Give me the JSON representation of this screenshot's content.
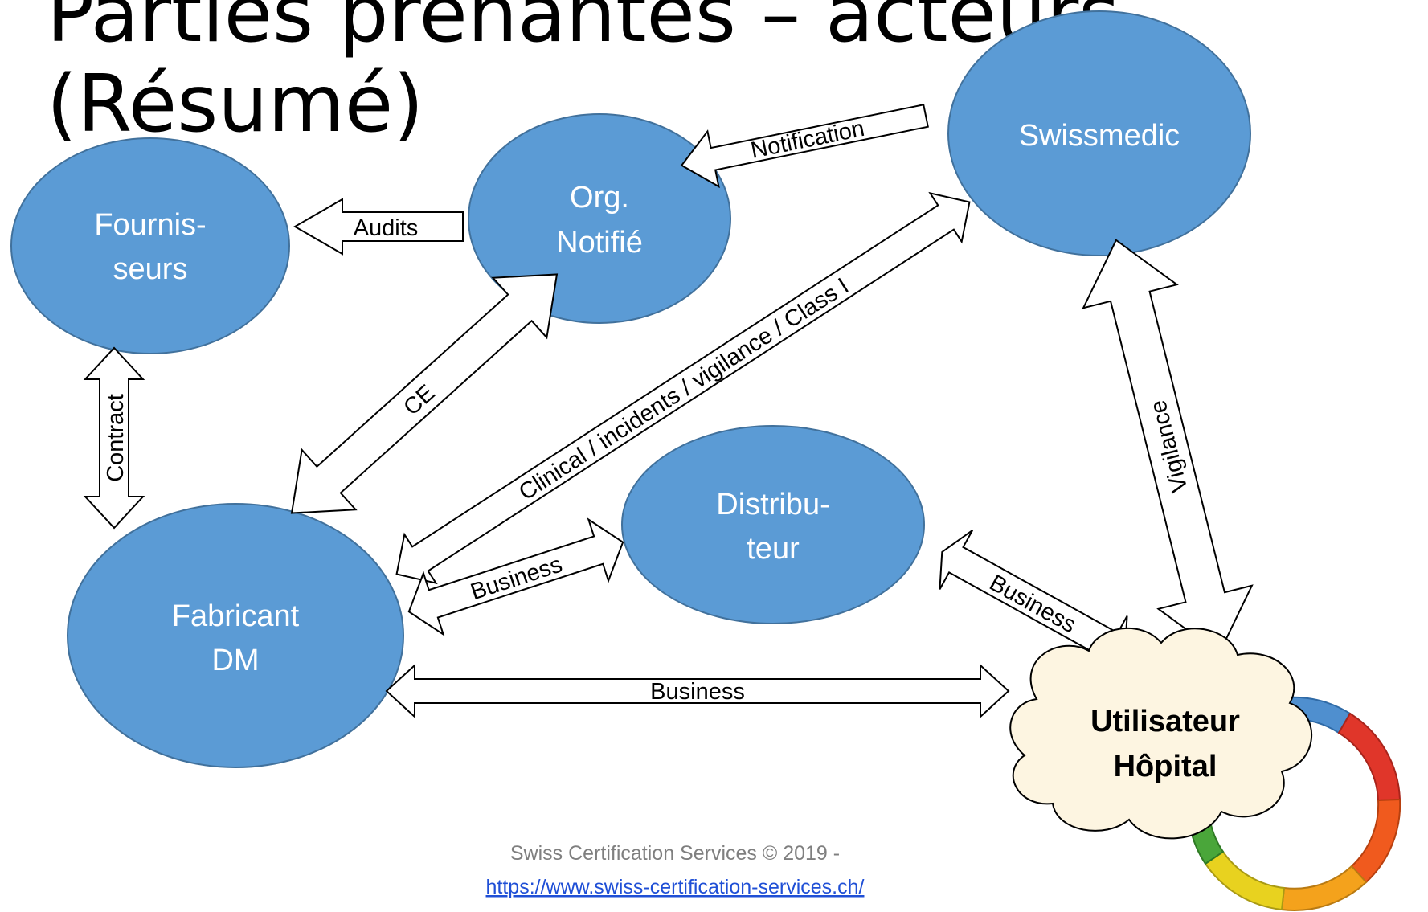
{
  "slide": {
    "title_line1": "Parties prenantes – acteurs",
    "title_line2": "(Résumé)"
  },
  "nodes": {
    "fournisseurs": [
      "Fournis-",
      "seurs"
    ],
    "org_notifie": [
      "Org.",
      "Notifié"
    ],
    "swissmedic": [
      "Swissmedic"
    ],
    "distributeur": [
      "Distribu-",
      "teur"
    ],
    "fabricant": [
      "Fabricant",
      "DM"
    ],
    "utilisateur": [
      "Utilisateur",
      "Hôpital"
    ]
  },
  "arrows": {
    "notification": "Notification",
    "audits": "Audits",
    "contract": "Contract",
    "ce": "CE",
    "clinical": "Clinical / incidents / vigilance / Class I",
    "vigilance": "Vigilance",
    "business_fab_dist": "Business",
    "business_dist_user": "Business",
    "business_fab_user": "Business"
  },
  "footer": {
    "copyright": "Swiss Certification Services © 2019 -",
    "url": "https://www.swiss-certification-services.ch/"
  },
  "colors": {
    "node_fill": "#5b9bd5",
    "cloud_fill": "#fdf5e1"
  }
}
